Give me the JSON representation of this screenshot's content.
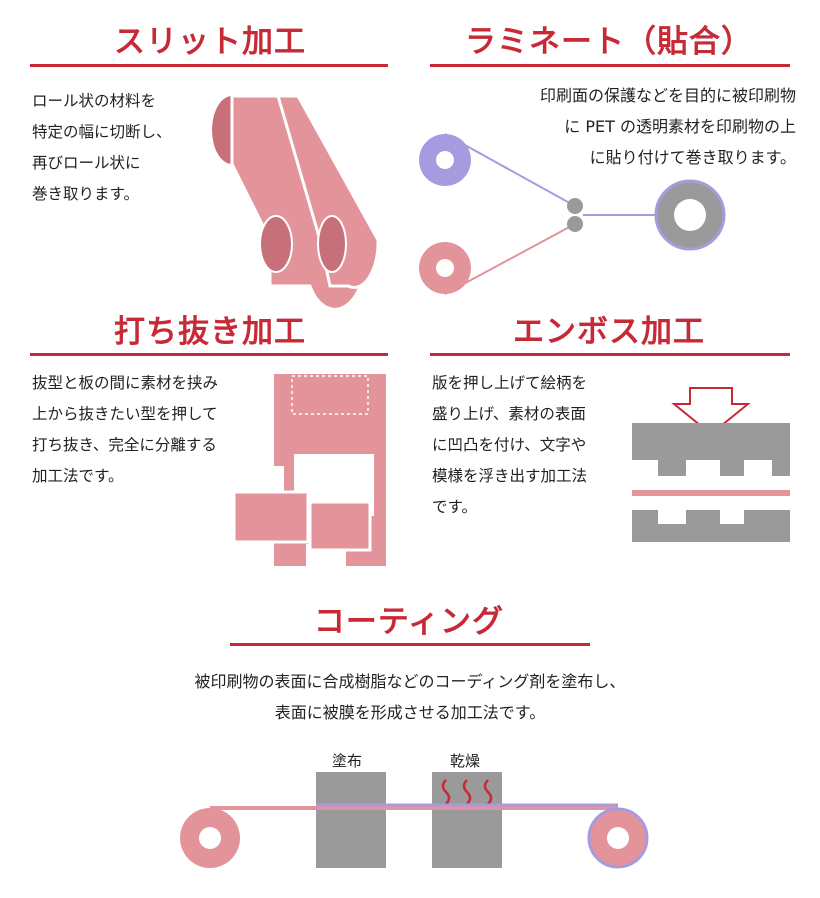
{
  "colors": {
    "accent": "#c72a37",
    "pink": "#e3939a",
    "pink_dark": "#c87079",
    "gray": "#9a9a9a",
    "purple": "#a79be0"
  },
  "slit": {
    "title": "スリット加工",
    "lines": [
      "ロール状の材料を",
      "特定の幅に切断し、",
      "再びロール状に",
      "巻き取ります。"
    ]
  },
  "laminate": {
    "title": "ラミネート（貼合）",
    "lines": [
      "印刷面の保護などを目的に被印刷物",
      "に PET の透明素材を印刷物の上",
      "に貼り付けて巻き取ります。"
    ]
  },
  "punch": {
    "title": "打ち抜き加工",
    "lines": [
      "抜型と板の間に素材を挟み",
      "上から抜きたい型を押して",
      "打ち抜き、完全に分離する",
      "加工法です。"
    ]
  },
  "emboss": {
    "title": "エンボス加工",
    "lines": [
      "版を押し上げて絵柄を",
      "盛り上げ、素材の表面",
      "に凹凸を付け、文字や",
      "模様を浮き出す加工法",
      "です。"
    ]
  },
  "coating": {
    "title": "コーティング",
    "lines": [
      "被印刷物の表面に合成樹脂などのコーディング剤を塗布し、",
      "表面に被膜を形成させる加工法です。"
    ],
    "label_apply": "塗布",
    "label_dry": "乾燥"
  }
}
